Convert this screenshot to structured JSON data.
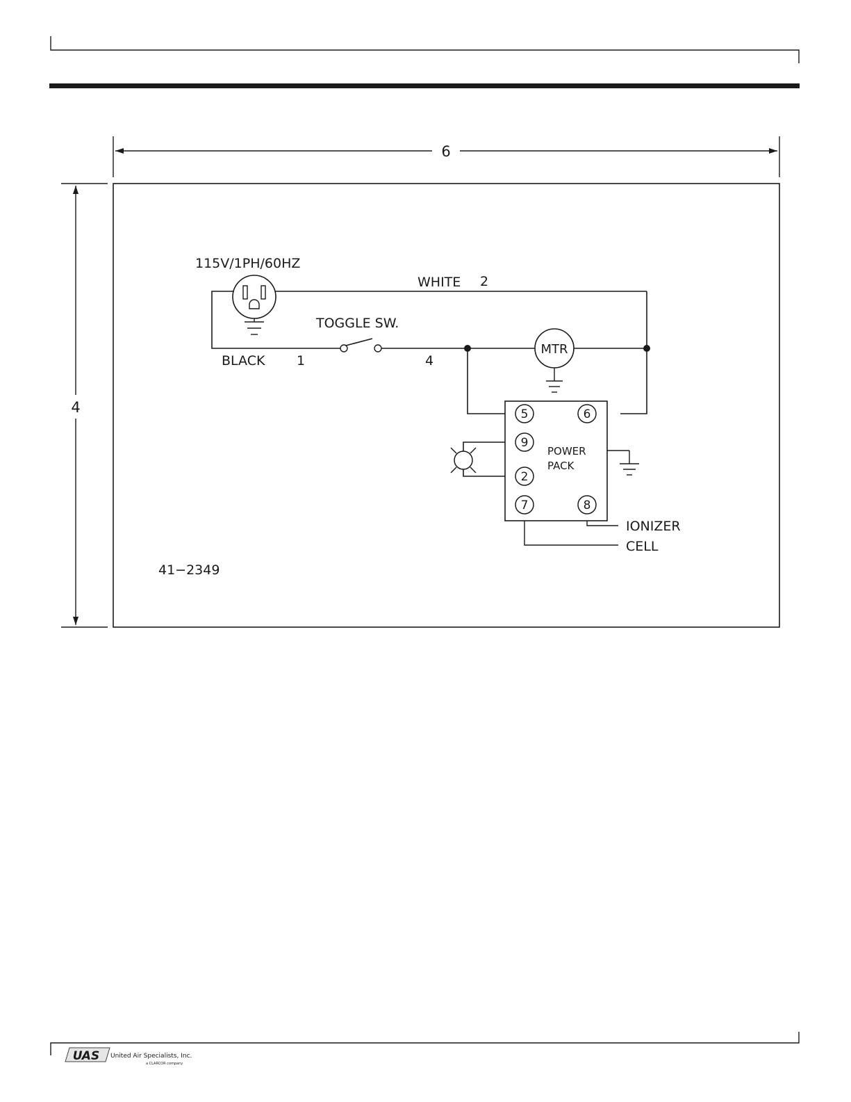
{
  "dimensions": {
    "width_label": "6",
    "height_label": "4"
  },
  "diagram": {
    "power_label": "115V/1PH/60HZ",
    "white_wire": {
      "color": "WHITE",
      "number": "2"
    },
    "black_wire": {
      "color": "BLACK",
      "number": "1"
    },
    "switch_label": "TOGGLE SW.",
    "switch_wire_number": "4",
    "motor_label": "MTR",
    "power_pack": {
      "line1": "POWER",
      "line2": "PACK",
      "terminals": [
        "5",
        "6",
        "9",
        "2",
        "7",
        "8"
      ]
    },
    "ionizer_label": "IONIZER",
    "cell_label": "CELL",
    "drawing_number": "41−2349"
  },
  "footer": {
    "logo_text": "UAS",
    "company_name": "United Air Specialists, Inc.",
    "company_subtitle": "a CLARCOR company"
  }
}
